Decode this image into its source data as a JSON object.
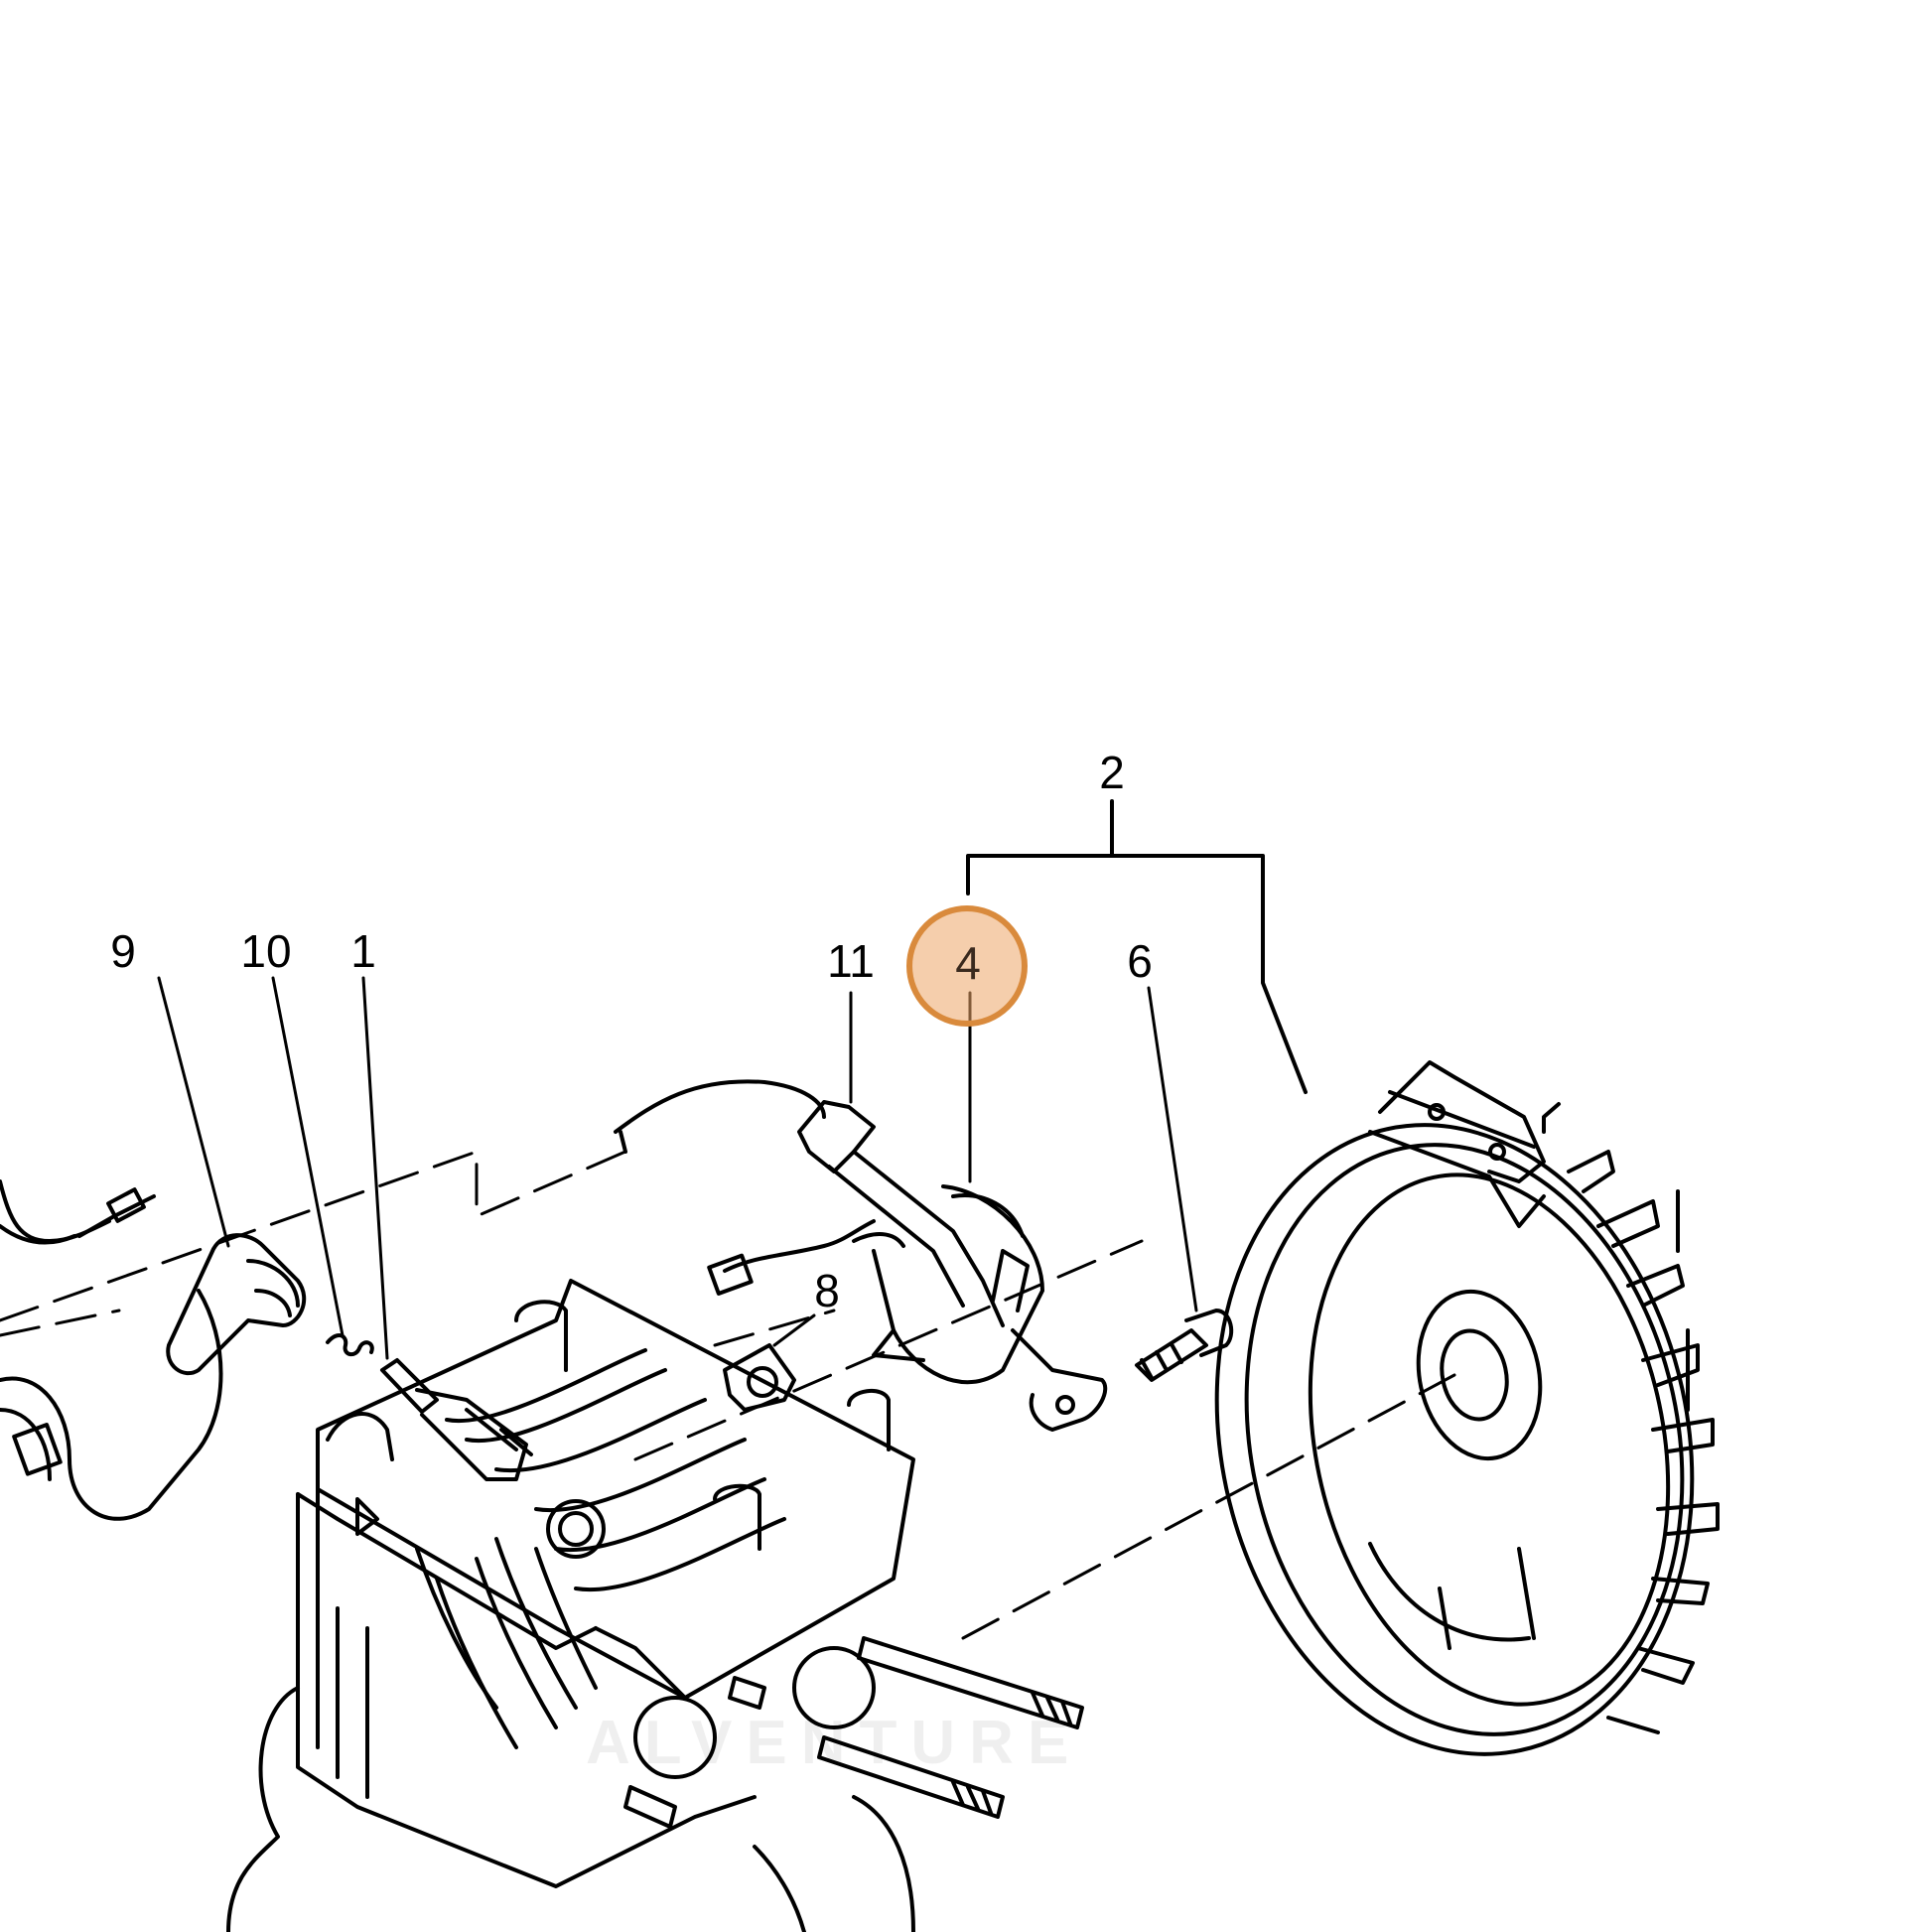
{
  "diagram": {
    "callouts": [
      {
        "id": "1",
        "label": "1"
      },
      {
        "id": "2",
        "label": "2"
      },
      {
        "id": "4",
        "label": "4",
        "highlighted": true
      },
      {
        "id": "6",
        "label": "6"
      },
      {
        "id": "8",
        "label": "8"
      },
      {
        "id": "9",
        "label": "9"
      },
      {
        "id": "10",
        "label": "10"
      },
      {
        "id": "11",
        "label": "11"
      }
    ],
    "highlight_color": "#eca668",
    "highlight_border_color": "#d98a3c",
    "line_color": "#000000",
    "watermark": "ALVENTURE"
  }
}
